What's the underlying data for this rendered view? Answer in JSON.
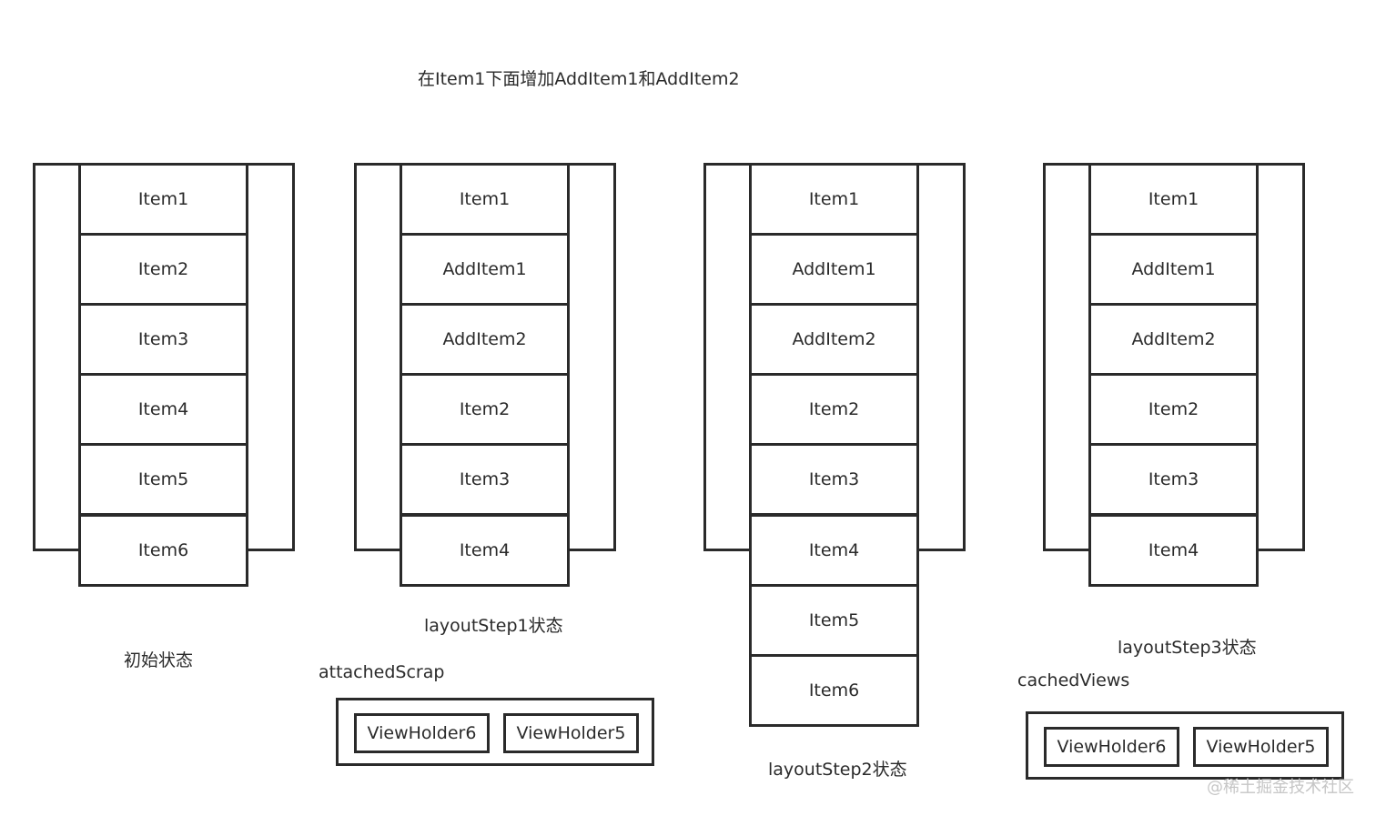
{
  "title": "在Item1下面增加AddItem1和AddItem2",
  "panels": [
    {
      "caption": "初始状态",
      "items": [
        "Item1",
        "Item2",
        "Item3",
        "Item4",
        "Item5",
        "Item6"
      ]
    },
    {
      "caption": "layoutStep1状态",
      "items": [
        "Item1",
        "AddItem1",
        "AddItem2",
        "Item2",
        "Item3",
        "Item4"
      ],
      "pool": {
        "label": "attachedScrap",
        "holders": [
          "ViewHolder6",
          "ViewHolder5"
        ]
      }
    },
    {
      "caption": "layoutStep2状态",
      "items": [
        "Item1",
        "AddItem1",
        "AddItem2",
        "Item2",
        "Item3",
        "Item4",
        "Item5",
        "Item6"
      ]
    },
    {
      "caption": "layoutStep3状态",
      "items": [
        "Item1",
        "AddItem1",
        "AddItem2",
        "Item2",
        "Item3",
        "Item4"
      ],
      "pool": {
        "label": "cachedViews",
        "holders": [
          "ViewHolder6",
          "ViewHolder5"
        ]
      }
    }
  ],
  "watermark": "@稀土掘金技术社区"
}
